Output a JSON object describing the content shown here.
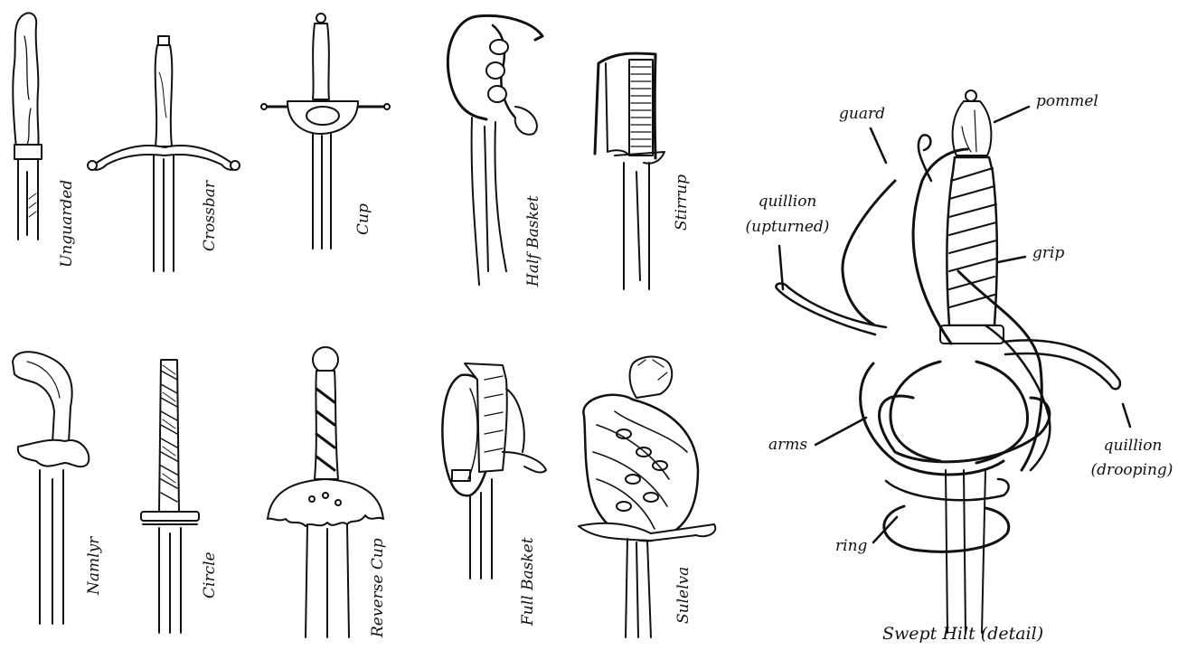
{
  "swords": {
    "unguarded": "Unguarded",
    "crossbar": "Crossbar",
    "cup": "Cup",
    "half_basket": "Half Basket",
    "stirrup": "Stirrup",
    "namlyr": "Namlyr",
    "circle": "Circle",
    "reverse_cup": "Reverse Cup",
    "full_basket": "Full Basket",
    "sulelva": "Sulelva"
  },
  "detail": {
    "title": "Swept Hilt (detail)",
    "labels": {
      "guard": "guard",
      "pommel": "pommel",
      "quillion_up_1": "quillion",
      "quillion_up_2": "(upturned)",
      "grip": "grip",
      "arms": "arms",
      "quillion_down_1": "quillion",
      "quillion_down_2": "(drooping)",
      "ring": "ring"
    }
  }
}
